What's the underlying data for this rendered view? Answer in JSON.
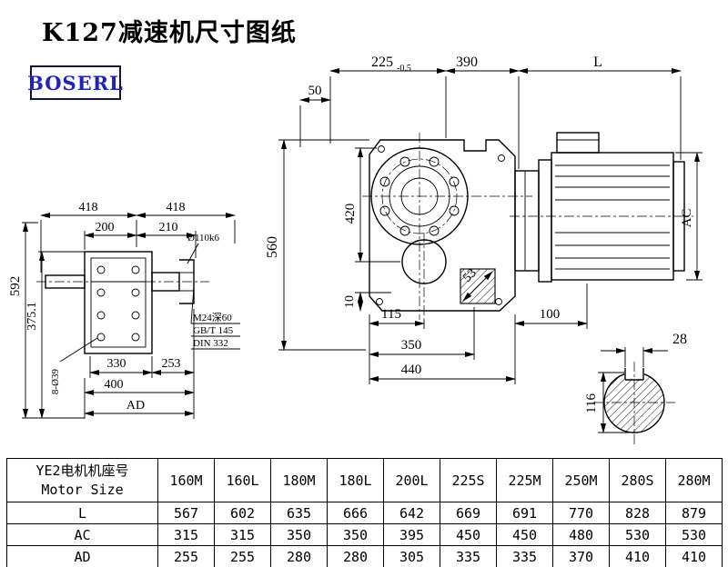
{
  "title": "K127减速机尺寸图纸",
  "logo": "BOSERL",
  "drawing": {
    "front_view": {
      "dim_225": "225",
      "dim_225_tol": "-0.5",
      "dim_390": "390",
      "dim_L": "L",
      "dim_50": "50",
      "dim_560": "560",
      "dim_420": "420",
      "dim_10": "10",
      "dim_AC": "AC",
      "dim_115": "115",
      "dim_53": "53",
      "dim_100": "100",
      "dim_350": "350",
      "dim_440": "440"
    },
    "side_view": {
      "dim_418_left": "418",
      "dim_418_right": "418",
      "dim_200": "200",
      "dim_210": "210",
      "dim_shaft": "Ø110k6",
      "dim_592": "592",
      "dim_375_1": "375.1",
      "dim_330": "330",
      "dim_253": "253",
      "dim_400": "400",
      "dim_AD": "AD",
      "dim_8_39": "8-Ø39",
      "note_1": "M24深60",
      "note_2": "GB/T 145",
      "note_3": "DIN 332"
    },
    "shaft_section": {
      "dim_28": "28",
      "dim_116": "116"
    }
  },
  "table": {
    "header_cn": "YE2电机机座号",
    "header_en": "Motor Size",
    "columns": [
      "160M",
      "160L",
      "180M",
      "180L",
      "200L",
      "225S",
      "225M",
      "250M",
      "280S",
      "280M"
    ],
    "rows": [
      {
        "label": "L",
        "values": [
          "567",
          "602",
          "635",
          "666",
          "642",
          "669",
          "691",
          "770",
          "828",
          "879"
        ]
      },
      {
        "label": "AC",
        "values": [
          "315",
          "315",
          "350",
          "350",
          "395",
          "450",
          "450",
          "480",
          "530",
          "530"
        ]
      },
      {
        "label": "AD",
        "values": [
          "255",
          "255",
          "280",
          "280",
          "305",
          "335",
          "335",
          "370",
          "410",
          "410"
        ]
      }
    ]
  }
}
